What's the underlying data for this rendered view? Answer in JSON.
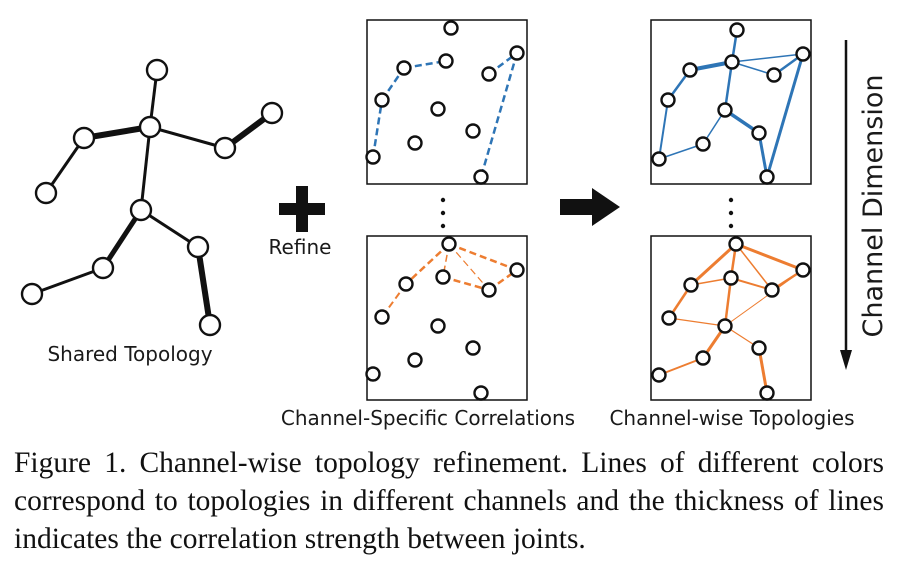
{
  "labels": {
    "shared": "Shared Topology",
    "refine": "Refine",
    "correlations": "Channel-Specific Correlations",
    "topologies": "Channel-wise Topologies",
    "channel_dimension": "Channel Dimension"
  },
  "caption": "Figure 1. Channel-wise topology refinement. Lines of different colors correspond to topologies in different channels and the thickness of lines indicates the correlation strength between joints.",
  "colors": {
    "blue": "#2e75b6",
    "orange": "#ed7d31",
    "black": "#111111"
  }
}
